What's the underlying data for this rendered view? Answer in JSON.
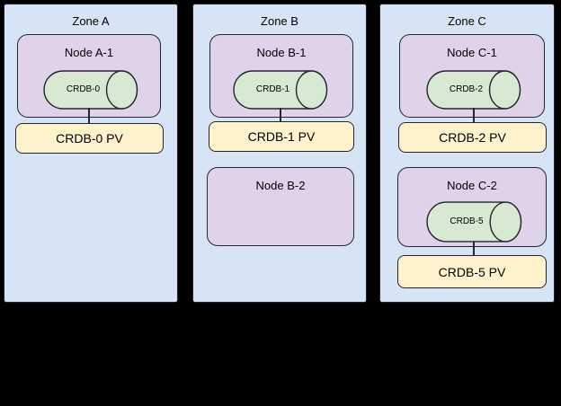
{
  "colors": {
    "background": "#000000",
    "zone-fill": "#d7e4f5",
    "node-fill": "#dfd3e9",
    "db-fill": "#d8e9d3",
    "pv-fill": "#fdf2cc",
    "stroke": "#22272d",
    "text": "#000000"
  },
  "zones": [
    {
      "label": "Zone A",
      "nodes": [
        {
          "label": "Node A-1",
          "db": "CRDB-0",
          "pv": "CRDB-0 PV"
        }
      ]
    },
    {
      "label": "Zone B",
      "nodes": [
        {
          "label": "Node B-1",
          "db": "CRDB-1",
          "pv": "CRDB-1 PV"
        },
        {
          "label": "Node B-2"
        }
      ]
    },
    {
      "label": "Zone C",
      "nodes": [
        {
          "label": "Node C-1",
          "db": "CRDB-2",
          "pv": "CRDB-2 PV"
        },
        {
          "label": "Node C-2",
          "db": "CRDB-5",
          "pv": "CRDB-5 PV"
        }
      ]
    }
  ]
}
